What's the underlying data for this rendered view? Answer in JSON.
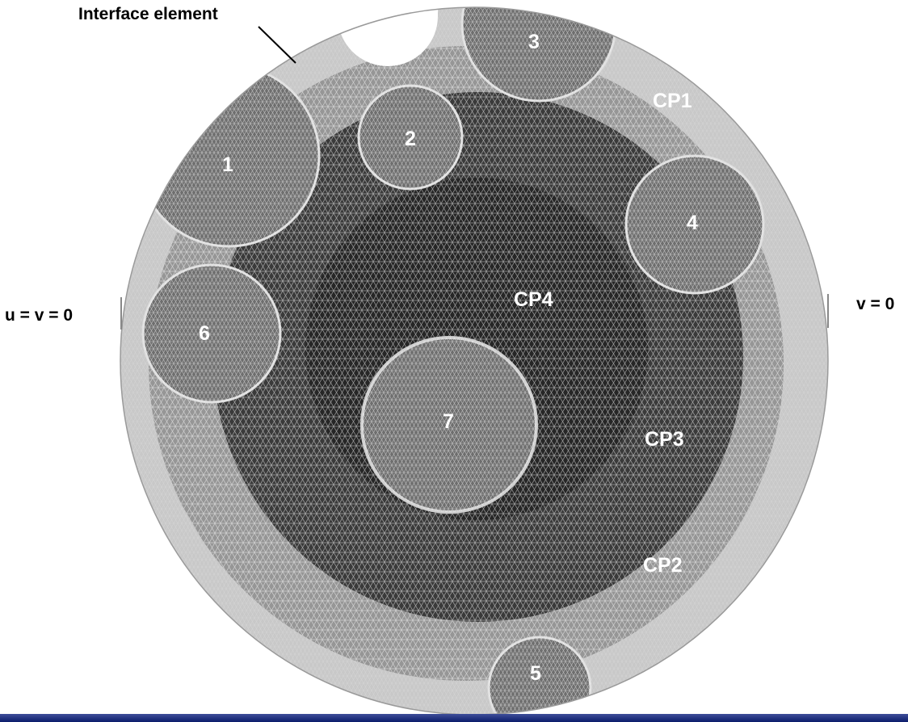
{
  "annotation": {
    "interface_label": "Interface element"
  },
  "boundary_conditions": {
    "left": "u = v = 0",
    "right": "v = 0"
  },
  "regions": {
    "cp1": "CP1",
    "cp2": "CP2",
    "cp3": "CP3",
    "cp4": "CP4"
  },
  "fibers": [
    "1",
    "2",
    "3",
    "4",
    "5",
    "6",
    "7"
  ],
  "colors": {
    "background": "#ffffff",
    "cp1": "#c8c8c8",
    "cp2": "#969696",
    "cp3": "#3a3a3a",
    "cp4": "#262626",
    "fiber": "#6e6e6e",
    "mesh": "#ffffff",
    "label_dark": "#000000",
    "label_light": "#ffffff"
  }
}
